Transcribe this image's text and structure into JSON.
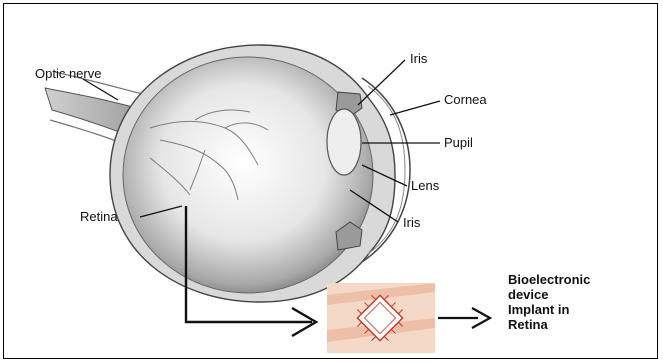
{
  "labels": {
    "optic_nerve": "Optic nerve",
    "iris_top": "Iris",
    "cornea": "Cornea",
    "pupil": "Pupil",
    "lens": "Lens",
    "iris_bottom": "Iris",
    "retina": "Retina"
  },
  "device_caption": [
    "Bioelectronic",
    "device",
    "Implant in",
    "Retina"
  ],
  "colors": {
    "border": "#000000",
    "line": "#111111",
    "chip_bg": "#f5d9c7",
    "chip_stripe": "#e8a98e",
    "chip_red": "#c0392b"
  }
}
